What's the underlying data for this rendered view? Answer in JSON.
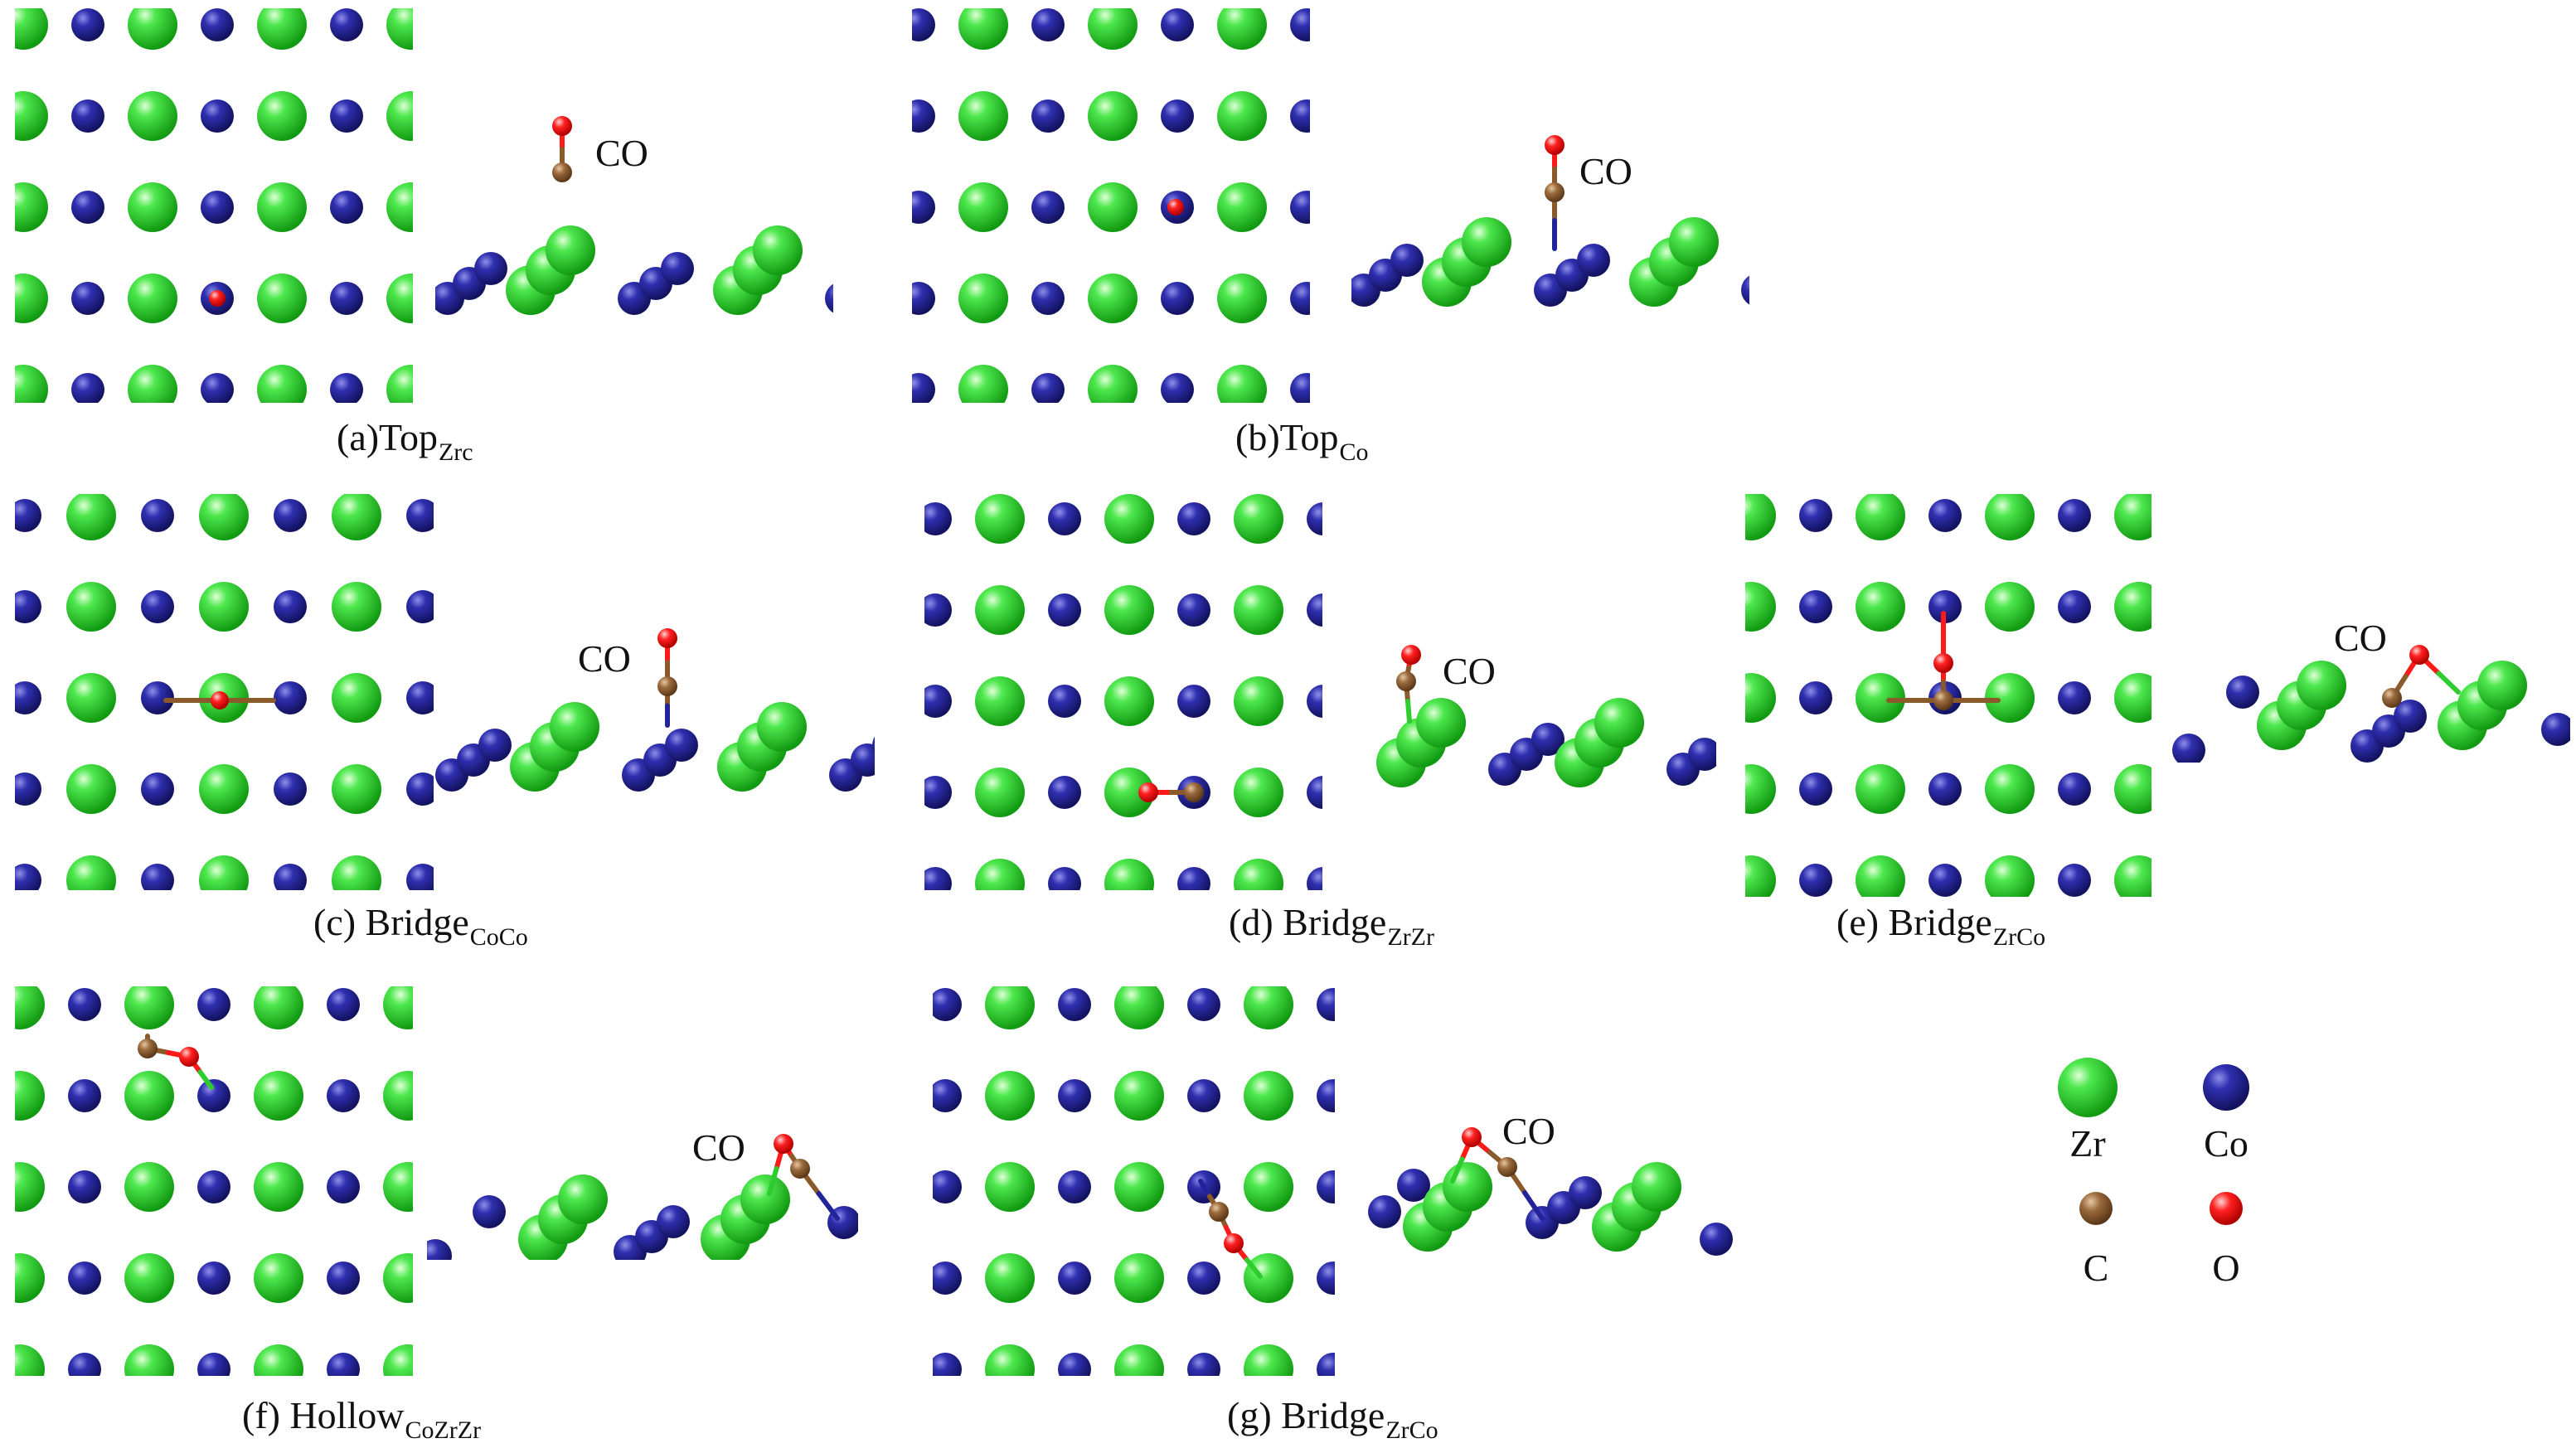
{
  "colors": {
    "zr": "#2ecc2e",
    "co": "#23239a",
    "c": "#8b5a2b",
    "o": "#ff1a1a",
    "background": "#ffffff"
  },
  "adsorbate_label": "CO",
  "panels": [
    {
      "id": "a",
      "prefix": "(a)Top",
      "subscript": "Zrc"
    },
    {
      "id": "b",
      "prefix": "(b)Top",
      "subscript": "Co"
    },
    {
      "id": "c",
      "prefix": "(c) Bridge",
      "subscript": "CoCo"
    },
    {
      "id": "d",
      "prefix": "(d) Bridge",
      "subscript": "ZrZr"
    },
    {
      "id": "e",
      "prefix": "(e) Bridge",
      "subscript": "ZrCo"
    },
    {
      "id": "f",
      "prefix": "(f) Hollow",
      "subscript": "CoZrZr"
    },
    {
      "id": "g",
      "prefix": "(g) Bridge",
      "subscript": "ZrCo"
    }
  ],
  "legend": [
    {
      "symbol": "Zr",
      "color": "zr"
    },
    {
      "symbol": "Co",
      "color": "co"
    },
    {
      "symbol": "C",
      "color": "c"
    },
    {
      "symbol": "O",
      "color": "o"
    }
  ]
}
